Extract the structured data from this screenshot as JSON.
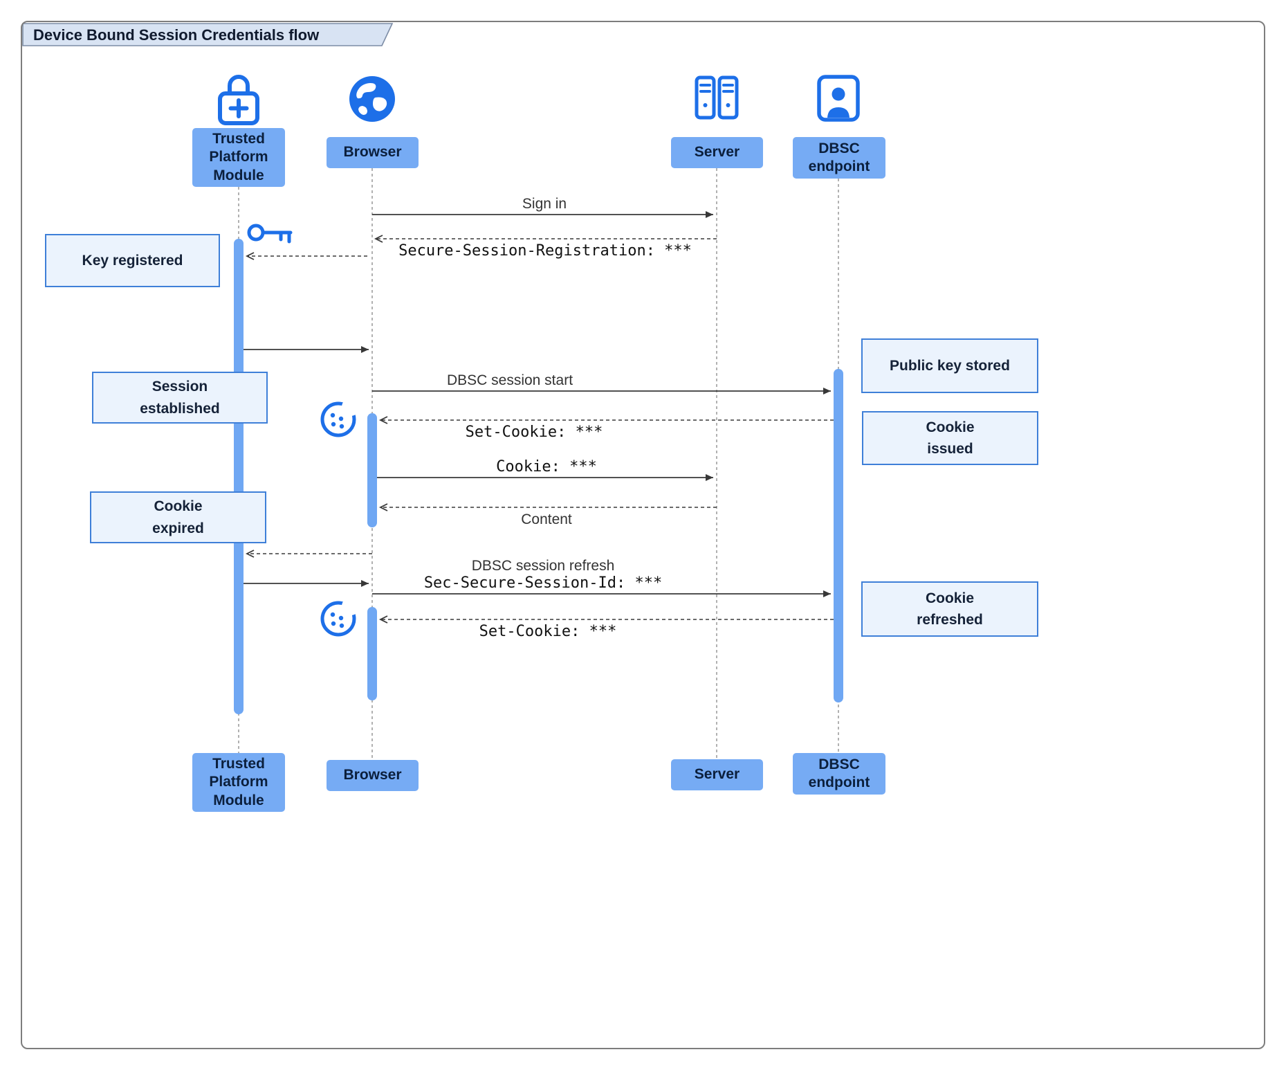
{
  "title": "Device Bound Session Credentials flow",
  "participants": {
    "tpm": "Trusted Platform Module",
    "browser": "Browser",
    "server": "Server",
    "dbsc": "DBSC endpoint"
  },
  "messages": {
    "sign_in": "Sign in",
    "secure_session_registration": "Secure-Session-Registration: ***",
    "dbsc_session_start": "DBSC session start",
    "set_cookie_issued": "Set-Cookie: ***",
    "cookie": "Cookie: ***",
    "content": "Content",
    "dbsc_session_refresh": "DBSC session refresh",
    "sec_secure_session_id": "Sec-Secure-Session-Id: ***",
    "set_cookie_refreshed": "Set-Cookie: ***"
  },
  "notes": {
    "key_registered": "Key registered",
    "session_established": "Session established",
    "public_key_stored": "Public key stored",
    "cookie_issued": "Cookie issued",
    "cookie_expired": "Cookie expired",
    "cookie_refreshed": "Cookie refreshed"
  },
  "icons": {
    "tpm": "lock-plus",
    "browser": "globe",
    "server": "server-racks",
    "dbsc": "person-badge",
    "key": "key",
    "cookie": "cookie"
  },
  "colors": {
    "participant_fill": "#76ABF4",
    "activation_fill": "#6FA7F3",
    "note_fill": "#EBF3FD",
    "note_border": "#3E7FD8",
    "icon_blue": "#1D6FE8",
    "arrow": "#383838",
    "title_tab_fill": "#D8E3F3"
  }
}
